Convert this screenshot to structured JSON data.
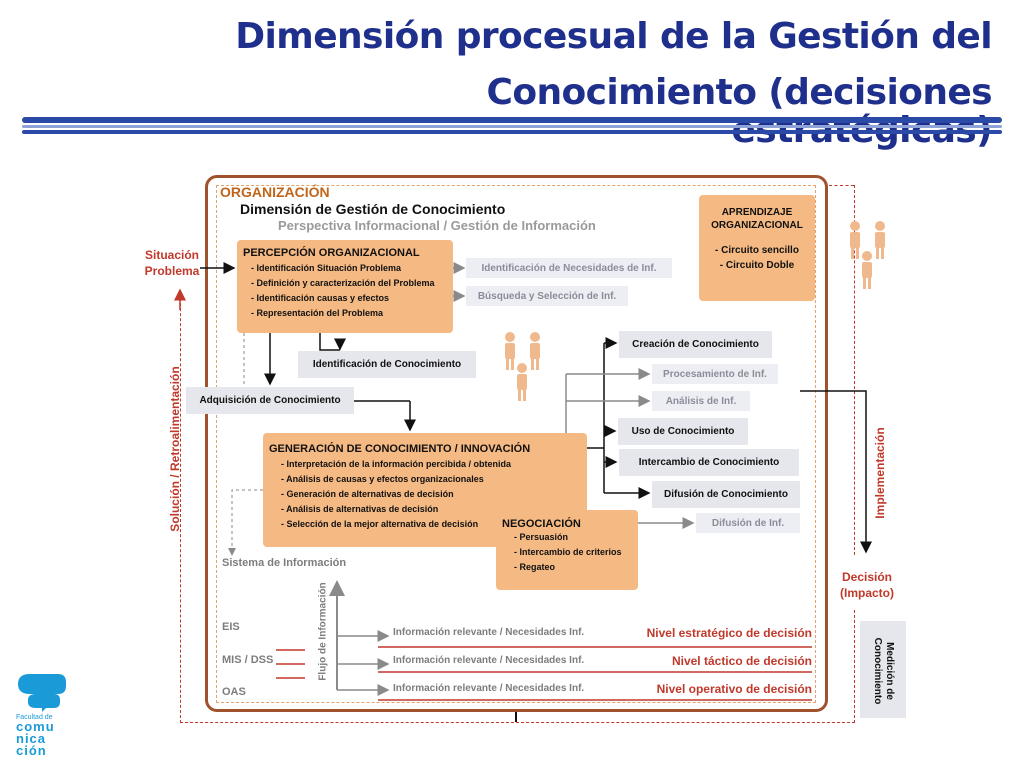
{
  "title": {
    "line1": "Dimensión procesual de la Gestión del",
    "line2": "Conocimiento (decisiones estratégicas)"
  },
  "colors": {
    "title": "#1f2f8c",
    "band": "#2b4aa8",
    "frame": "#a0522d",
    "orange_box": "#f5b983",
    "gray_box": "#e6e7ec",
    "accent_red": "#c0392b"
  },
  "org": {
    "heading": "ORGANIZACIÓN",
    "dimension": "Dimensión de Gestión de Conocimiento",
    "perspective": "Perspectiva Informacional / Gestión de Información"
  },
  "left_labels": {
    "situacion": "Situación",
    "problema": "Problema",
    "vertical": "Solución / Retroalimentación"
  },
  "right_labels": {
    "implementacion": "Implementación",
    "decision": "Decisión",
    "impacto": "(Impacto)",
    "medicion": "Medición de Conocimiento"
  },
  "percepcion": {
    "title": "PERCEPCIÓN ORGANIZACIONAL",
    "items": [
      "- Identificación Situación Problema",
      "- Definición y caracterización del Problema",
      "- Identificación causas y efectos",
      "- Representación del Problema"
    ]
  },
  "aprendizaje": {
    "line1": "APRENDIZAJE",
    "line2": "ORGANIZACIONAL",
    "items": [
      "- Circuito sencillo",
      "- Circuito Doble"
    ]
  },
  "generacion": {
    "title": "GENERACIÓN DE CONOCIMIENTO / INNOVACIÓN",
    "items": [
      "- Interpretación de la información percibida / obtenida",
      "- Análisis de causas y efectos organizacionales",
      "- Generación de alternativas de decisión",
      "- Análisis de alternativas de decisión",
      "- Selección de la mejor alternativa de decisión"
    ]
  },
  "negociacion": {
    "title": "NEGOCIACIÓN",
    "items": [
      "- Persuasión",
      "- Intercambio de criterios",
      "- Regateo"
    ]
  },
  "gray_boxes": {
    "ident_necesidades": "Identificación de Necesidades de Inf.",
    "busqueda": "Búsqueda y Selección de Inf.",
    "ident_conocimiento": "Identificación de Conocimiento",
    "adquisicion": "Adquisición de Conocimiento",
    "creacion": "Creación de Conocimiento",
    "procesamiento": "Procesamiento de Inf.",
    "analisis": "Análisis de Inf.",
    "uso": "Uso de Conocimiento",
    "intercambio": "Intercambio de Conocimiento",
    "difusion_con": "Difusión de Conocimiento",
    "difusion_inf": "Difusión de Inf."
  },
  "systems": {
    "title": "Sistema de Información",
    "flujo": "Flujo de Información",
    "eis": "EIS",
    "mis": "MIS / DSS",
    "oas": "OAS",
    "relevant": "Información relevante / Necesidades Inf.",
    "nivel_est": "Nivel estratégico de decisión",
    "nivel_tac": "Nivel táctico de decisión",
    "nivel_ope": "Nivel operativo de decisión"
  },
  "logo": {
    "line1": "Facultad de",
    "line2": "comu",
    "line3": "nica",
    "line4": "ción"
  }
}
